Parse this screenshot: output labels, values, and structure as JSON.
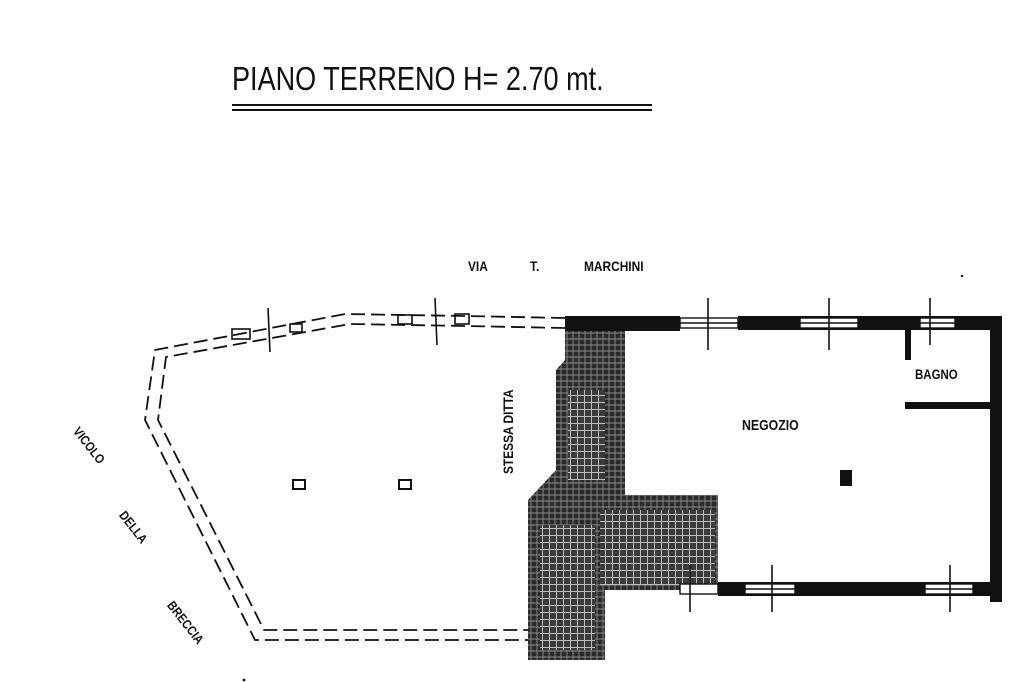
{
  "title": "PIANO TERRENO H= 2.70 mt.",
  "street": {
    "via": "VIA",
    "initial": "T.",
    "name": "MARCHINI"
  },
  "side_street": {
    "line1": "VICOLO",
    "line2": "DELLA",
    "line3": "BRECCIA"
  },
  "rooms": {
    "adjacent": "STESSA DITTA",
    "shop": "NEGOZIO",
    "bathroom": "BAGNO"
  },
  "colors": {
    "ink": "#111111",
    "paper": "#ffffff"
  }
}
